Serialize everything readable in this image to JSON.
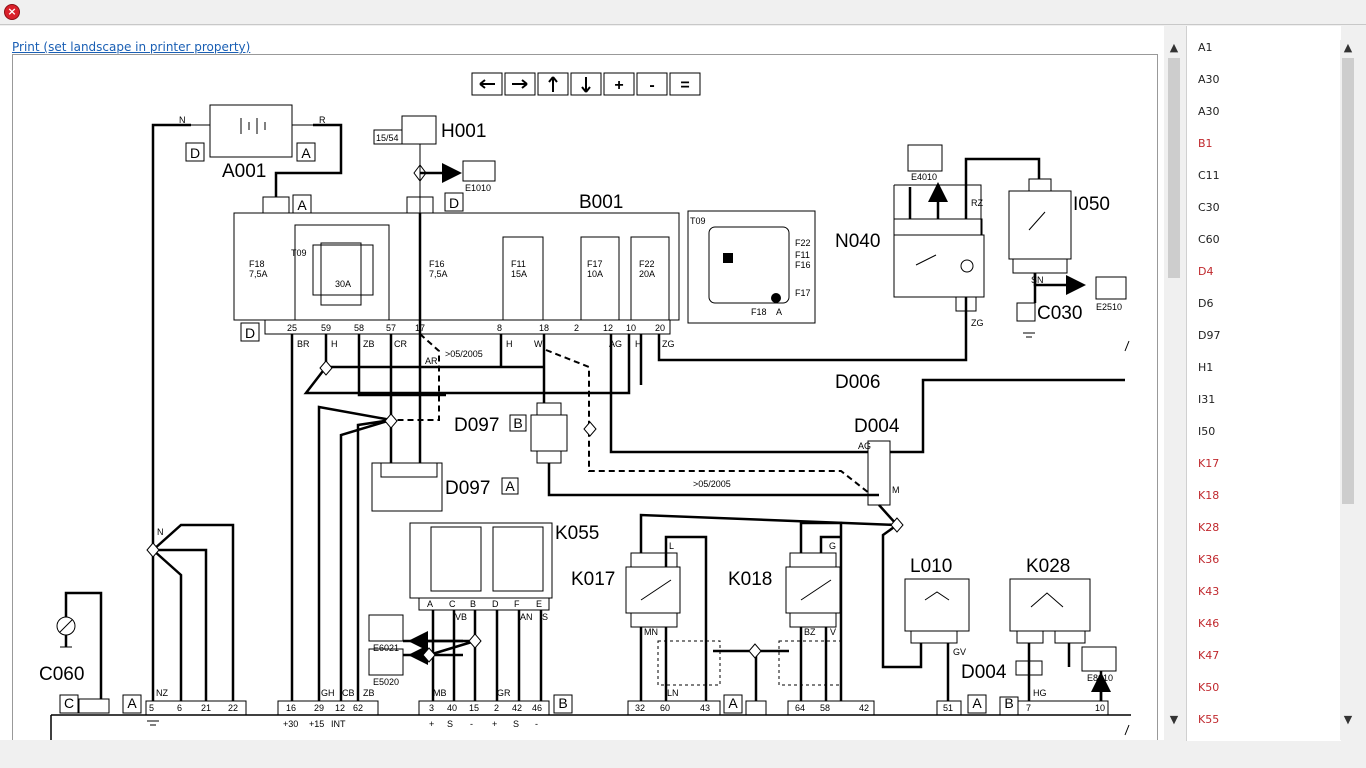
{
  "window": {
    "close_icon": "close-icon"
  },
  "print_link": "Print (set landscape in printer property)",
  "toolbar": {
    "buttons": [
      {
        "name": "pan-left-button",
        "icon": "arrow-left-icon"
      },
      {
        "name": "pan-right-button",
        "icon": "arrow-right-icon"
      },
      {
        "name": "pan-up-button",
        "icon": "arrow-up-icon"
      },
      {
        "name": "pan-down-button",
        "icon": "arrow-down-icon"
      },
      {
        "name": "zoom-in-button",
        "label": "+"
      },
      {
        "name": "zoom-out-button",
        "label": "-"
      },
      {
        "name": "zoom-reset-button",
        "label": "="
      }
    ]
  },
  "diagram": {
    "components": {
      "A001": "A001",
      "H001": "H001",
      "B001": "B001",
      "N040": "N040",
      "I050": "I050",
      "C030": "C030",
      "D006": "D006",
      "D004": "D004",
      "D097": "D097",
      "K055": "K055",
      "K017": "K017",
      "K018": "K018",
      "L010": "L010",
      "K028": "K028",
      "C060": "C060",
      "T09": "T09"
    },
    "refs": {
      "E1010": "E1010",
      "E4010": "E4010",
      "E2510": "E2510",
      "E6021": "E6021",
      "E5020": "E5020",
      "E8010": "E8010"
    },
    "boxes": {
      "D": "D",
      "A": "A",
      "B": "B",
      "C": "C"
    },
    "notes": {
      "h001_tag": "15/54",
      "date1": ">05/2005",
      "date2": ">05/2005"
    },
    "fuses": [
      {
        "id": "F18",
        "rating": "7,5A"
      },
      {
        "id": "F16",
        "rating": "7,5A"
      },
      {
        "id": "F11",
        "rating": "15A"
      },
      {
        "id": "F17",
        "rating": "10A"
      },
      {
        "id": "F22",
        "rating": "20A"
      }
    ],
    "relay_rating": "30A",
    "b001_pins": [
      "25",
      "59",
      "58",
      "57",
      "17",
      "8",
      "18",
      "2",
      "12",
      "10",
      "20"
    ],
    "b001_wires": [
      "BR",
      "H",
      "ZB",
      "CR",
      "",
      "H",
      "W",
      "",
      "AG",
      "H",
      "ZG"
    ],
    "k055_pins": [
      "A",
      "C",
      "B",
      "D",
      "F",
      "E"
    ],
    "bottom_connector_pins": [
      "5",
      "6",
      "21",
      "22",
      "16",
      "29",
      "12",
      "62",
      "3",
      "40",
      "15",
      "2",
      "42",
      "46",
      "32",
      "60",
      "43",
      "64",
      "58",
      "42",
      "51",
      "7",
      "10"
    ],
    "bottom_labels": [
      "+30",
      "+15",
      "INT",
      "+",
      "S",
      "-",
      "+",
      "S",
      "-"
    ],
    "wire_codes": [
      "N",
      "R",
      "NZ",
      "GH",
      "CB",
      "ZB",
      "MB",
      "VB",
      "GR",
      "AN",
      "S",
      "LN",
      "L",
      "BZ",
      "V",
      "G",
      "GV",
      "HG",
      "MN",
      "AR",
      "SN",
      "RZ",
      "ZG",
      "AG",
      "M"
    ],
    "fusebox_labels": [
      "F22",
      "F11",
      "F16",
      "F17",
      "F18",
      "A"
    ]
  },
  "sidebar": {
    "items": [
      {
        "label": "A1",
        "color": "#222222"
      },
      {
        "label": "A30",
        "color": "#222222"
      },
      {
        "label": "A30",
        "color": "#222222"
      },
      {
        "label": "B1",
        "color": "#c0282d"
      },
      {
        "label": "C11",
        "color": "#222222"
      },
      {
        "label": "C30",
        "color": "#222222"
      },
      {
        "label": "C60",
        "color": "#222222"
      },
      {
        "label": "D4",
        "color": "#c0282d"
      },
      {
        "label": "D6",
        "color": "#222222"
      },
      {
        "label": "D97",
        "color": "#222222"
      },
      {
        "label": "H1",
        "color": "#222222"
      },
      {
        "label": "I31",
        "color": "#222222"
      },
      {
        "label": "I50",
        "color": "#222222"
      },
      {
        "label": "K17",
        "color": "#c0282d"
      },
      {
        "label": "K18",
        "color": "#c0282d"
      },
      {
        "label": "K28",
        "color": "#c0282d"
      },
      {
        "label": "K36",
        "color": "#c0282d"
      },
      {
        "label": "K43",
        "color": "#c0282d"
      },
      {
        "label": "K46",
        "color": "#c0282d"
      },
      {
        "label": "K47",
        "color": "#c0282d"
      },
      {
        "label": "K50",
        "color": "#c0282d"
      },
      {
        "label": "K55",
        "color": "#c0282d"
      }
    ]
  }
}
